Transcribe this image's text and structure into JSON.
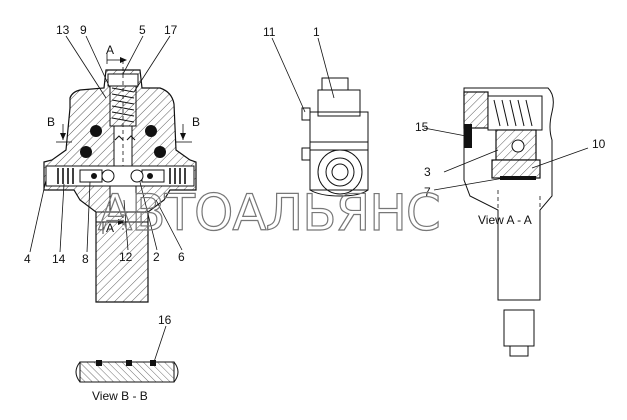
{
  "watermark": "АВТОАЛЬЯНС",
  "views": {
    "aa": "View  A - A",
    "bb": "View   B - B"
  },
  "section_marks": {
    "a_top": "A",
    "a_bottom": "A",
    "b_left": "B",
    "b_right": "B"
  },
  "callouts": {
    "c13": "13",
    "c9": "9",
    "c5": "5",
    "c17": "17",
    "c4": "4",
    "c14": "14",
    "c8": "8",
    "c12": "12",
    "c2": "2",
    "c6": "6",
    "c11": "11",
    "c1": "1",
    "c15": "15",
    "c3": "3",
    "c10": "10",
    "c7": "7",
    "c16": "16"
  }
}
